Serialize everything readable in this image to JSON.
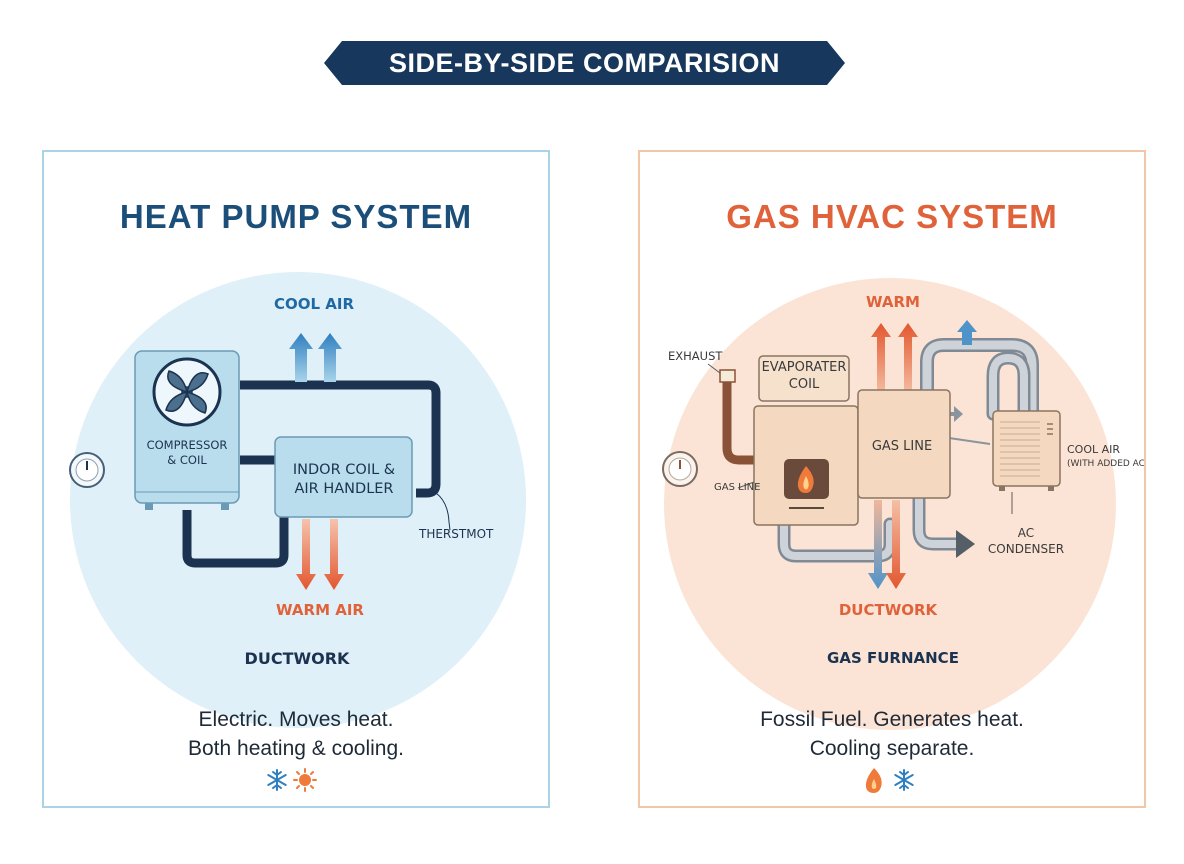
{
  "banner": {
    "title": "SIDE-BY-SIDE COMPARISION",
    "color": "#17375c"
  },
  "heat_pump": {
    "title": "HEAT PUMP SYSTEM",
    "title_color": "#1b4f7a",
    "labels": {
      "cool_air": "COOL AIR",
      "compressor": [
        "COMPRESSOR",
        "& COIL"
      ],
      "indoor_coil": [
        "INDOR COIL &",
        "AIR HANDLER"
      ],
      "thermostat": "THERSTMOT",
      "warm_air": "WARM AIR",
      "ductwork": "DUCTWORK"
    },
    "description": [
      "Electric. Moves heat.",
      "Both heating & cooling."
    ],
    "icons": [
      "snowflake-icon",
      "sun-icon"
    ]
  },
  "gas_hvac": {
    "title": "GAS HVAC SYSTEM",
    "title_color": "#e0623a",
    "labels": {
      "warm": "WARM",
      "exhaust": "EXHAUST",
      "evaporator": [
        "EVAPORATER",
        "COIL"
      ],
      "gas_line_center": "GAS LINE",
      "gas_line_left": "GAS LINE",
      "cool_air": [
        "COOL AIR",
        "(WITH ADDED AC)"
      ],
      "ac_condenser": [
        "AC",
        "CONDENSER"
      ],
      "ductwork": "DUCTWORK",
      "furnace": "GAS FURNANCE"
    },
    "description": [
      "Fossil Fuel. Generates heat.",
      "Cooling separate."
    ],
    "icons": [
      "flame-icon",
      "snowflake-icon"
    ]
  }
}
